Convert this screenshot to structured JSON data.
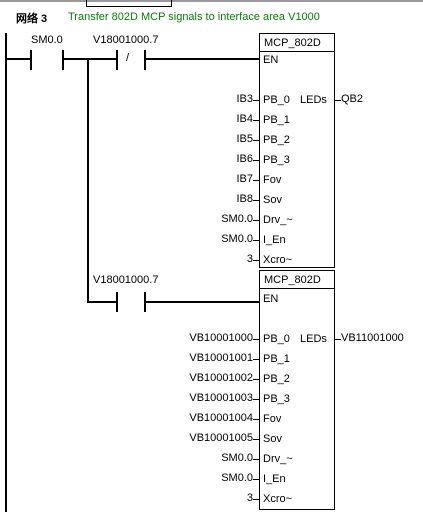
{
  "network": {
    "label": "网络 3",
    "comment": "Transfer 802D MCP signals to interface area V1000"
  },
  "contacts": {
    "c1": "SM0.0",
    "c2": "V18001000.7",
    "c2_marker": "/",
    "c3": "V18001000.7"
  },
  "box1": {
    "title": "MCP_802D",
    "en": "EN",
    "pins": [
      "PB_0",
      "PB_1",
      "PB_2",
      "PB_3",
      "Fov",
      "Sov",
      "Drv_~",
      "I_En",
      "Xcro~"
    ],
    "inputs": [
      "IB3",
      "IB4",
      "IB5",
      "IB6",
      "IB7",
      "IB8",
      "SM0.0",
      "SM0.0",
      "3"
    ],
    "out_pin": "LEDs",
    "out_val": "QB2"
  },
  "box2": {
    "title": "MCP_802D",
    "en": "EN",
    "pins": [
      "PB_0",
      "PB_1",
      "PB_2",
      "PB_3",
      "Fov",
      "Sov",
      "Drv_~",
      "I_En",
      "Xcro~"
    ],
    "inputs": [
      "VB10001000",
      "VB10001001",
      "VB10001002",
      "VB10001003",
      "VB10001004",
      "VB10001005",
      "SM0.0",
      "SM0.0",
      "3"
    ],
    "out_pin": "LEDs",
    "out_val": "VB11001000"
  }
}
